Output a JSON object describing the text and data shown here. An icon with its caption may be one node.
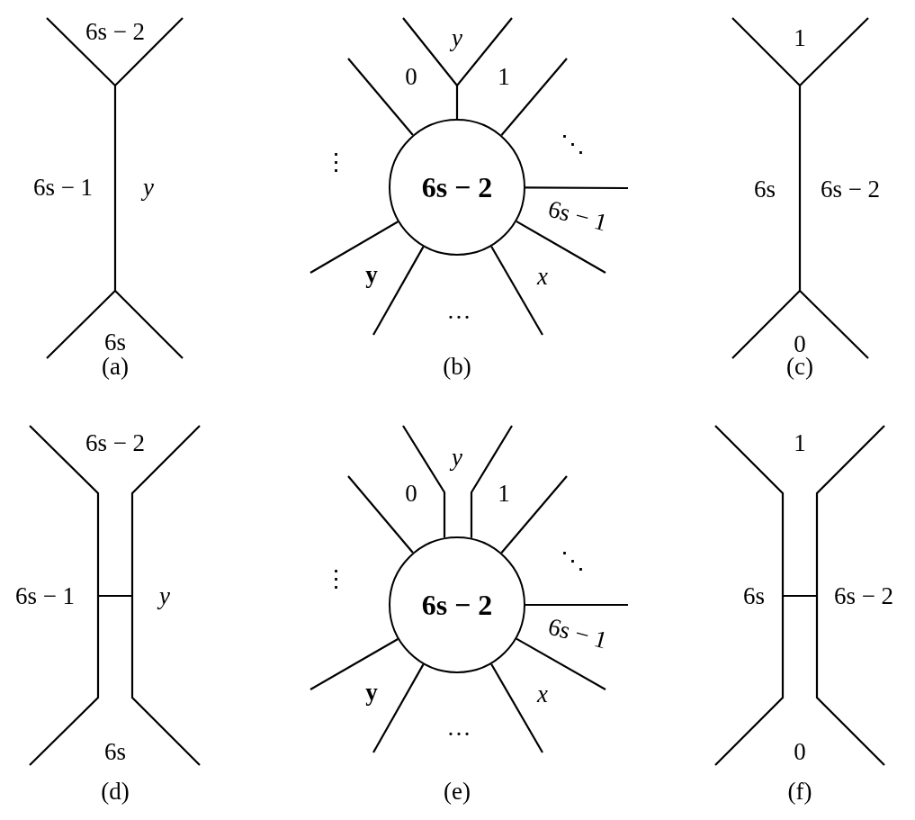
{
  "diagram": {
    "nodes": [
      {
        "text": [
          "6s − 2"
        ]
      },
      {
        "text": [
          "6s − 2"
        ]
      }
    ],
    "edges": [
      {
        "from": 0,
        "to": null,
        "arrow": "none"
      },
      {
        "from": 0,
        "to": null,
        "arrow": "none"
      },
      {
        "from": 0,
        "to": null,
        "arrow": "none"
      },
      {
        "from": 0,
        "to": null,
        "arrow": "none"
      },
      {
        "from": 0,
        "to": null,
        "arrow": "none"
      },
      {
        "from": 0,
        "to": null,
        "arrow": "none"
      },
      {
        "from": 0,
        "to": null,
        "arrow": "none"
      },
      {
        "from": 0,
        "to": null,
        "arrow": "none"
      },
      {
        "from": 1,
        "to": null,
        "arrow": "none"
      },
      {
        "from": 1,
        "to": null,
        "arrow": "none"
      },
      {
        "from": 1,
        "to": null,
        "arrow": "none"
      },
      {
        "from": 1,
        "to": null,
        "arrow": "none"
      },
      {
        "from": 1,
        "to": null,
        "arrow": "none"
      },
      {
        "from": 1,
        "to": null,
        "arrow": "none"
      },
      {
        "from": 1,
        "to": null,
        "arrow": "none"
      },
      {
        "from": 1,
        "to": null,
        "arrow": "none"
      },
      {
        "from": 1,
        "to": null,
        "arrow": "none"
      }
    ],
    "labels": [
      "6s − 2",
      "6s − 1",
      "y",
      "6s",
      "(a)",
      "y",
      "0",
      "1",
      "⋱",
      "⋮",
      "6s − 1",
      "y",
      "x",
      "…",
      "(b)",
      "1",
      "6s",
      "6s − 2",
      "0",
      "(c)",
      "6s − 2",
      "6s − 1",
      "y",
      "6s",
      "(d)",
      "y",
      "0",
      "1",
      "⋱",
      "⋮",
      "6s − 1",
      "y",
      "x",
      "…",
      "(e)",
      "1",
      "6s",
      "6s − 2",
      "0",
      "(f)"
    ]
  }
}
